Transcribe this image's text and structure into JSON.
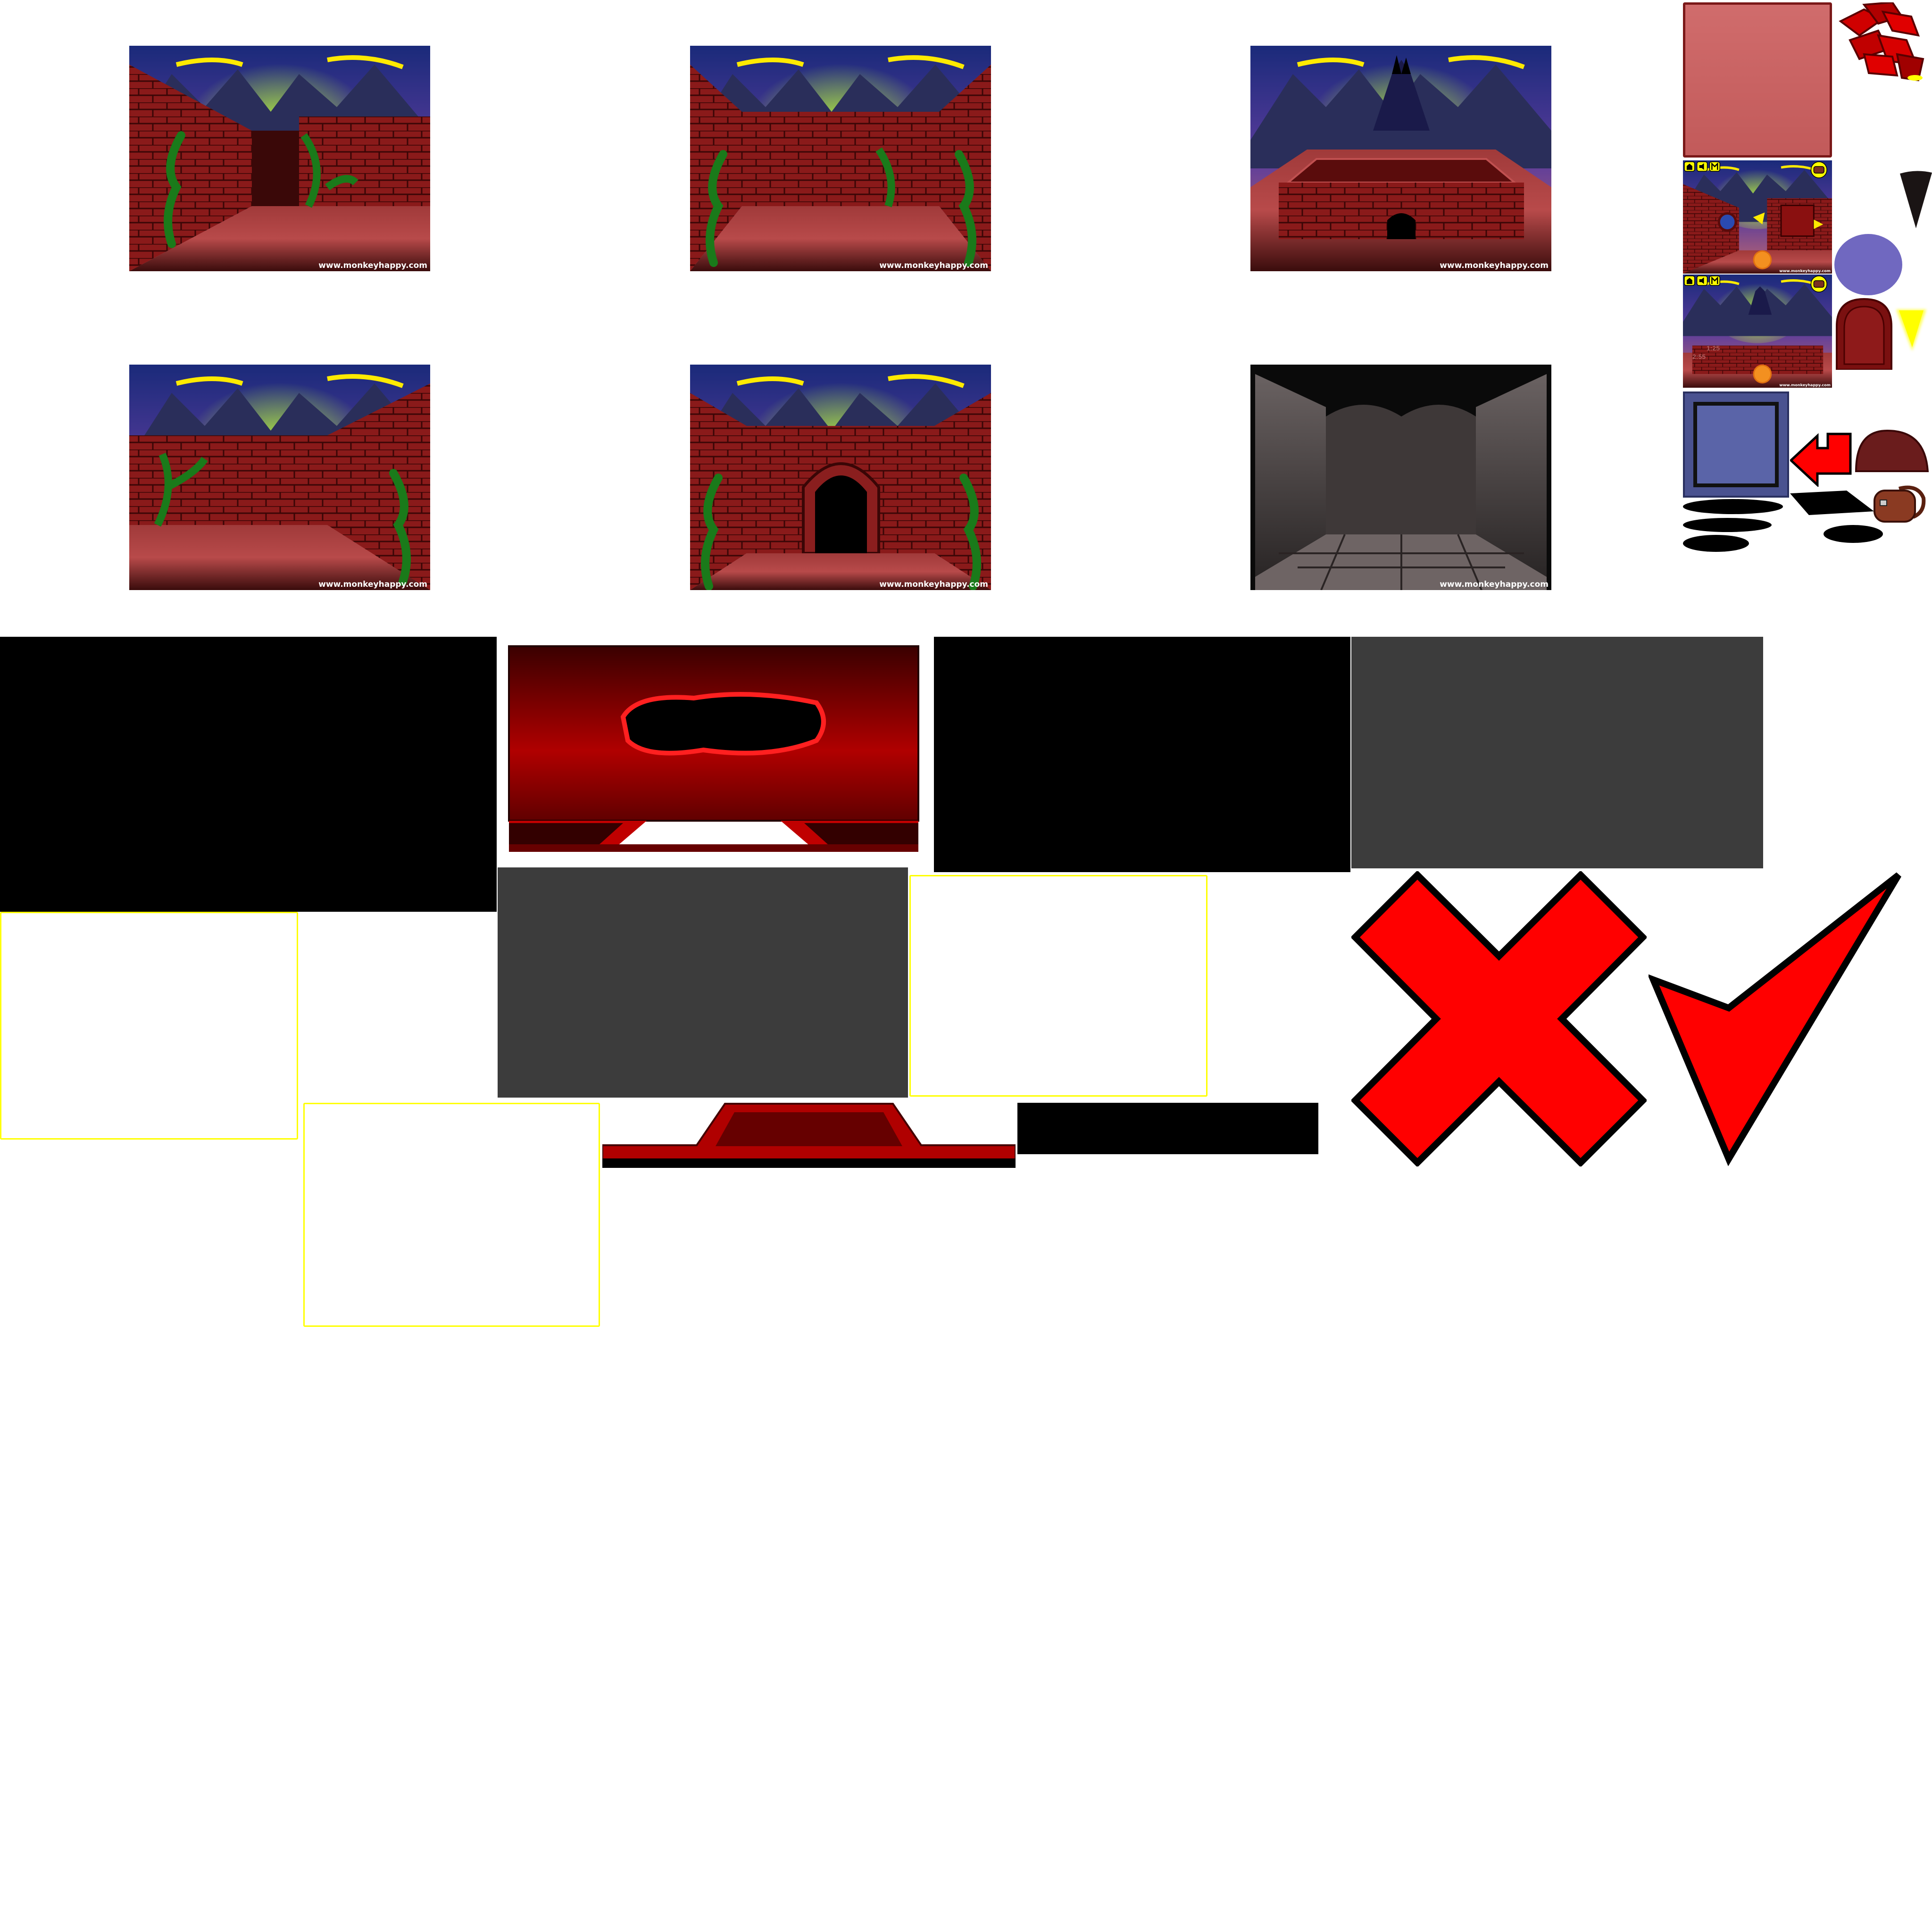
{
  "sheet": {
    "watermark": "www.monkeyhappy.com",
    "scenes": [
      {
        "name": "maze-corridor-left-turn",
        "watermark": "www.monkeyhappy.com"
      },
      {
        "name": "maze-dead-end",
        "watermark": "www.monkeyhappy.com"
      },
      {
        "name": "maze-castle-overview",
        "watermark": "www.monkeyhappy.com"
      },
      {
        "name": "maze-corridor-right-turn",
        "watermark": "www.monkeyhappy.com"
      },
      {
        "name": "maze-tunnel-door",
        "watermark": "www.monkeyhappy.com"
      },
      {
        "name": "stone-dungeon",
        "watermark": "www.monkeyhappy.com"
      }
    ],
    "thumbnails": [
      {
        "name": "preview-maze-room",
        "watermark": "www.monkeyhappy.com"
      },
      {
        "name": "preview-castle-gate",
        "watermark": "www.monkeyhappy.com",
        "counter_top": "1:25",
        "counter_bottom": "2:55"
      }
    ],
    "colors": {
      "wall_red": "#8a1a1a",
      "floor_red": "#b84a4a",
      "sky_blue": "#2a3c8c",
      "glow_green": "#b8ff30",
      "panel_pink": "#c86464",
      "panel_blue": "#5a64a8",
      "dark_gray": "#3c3c3c",
      "accent_red": "#ff0000",
      "highlight_yellow": "#ffff00"
    }
  }
}
